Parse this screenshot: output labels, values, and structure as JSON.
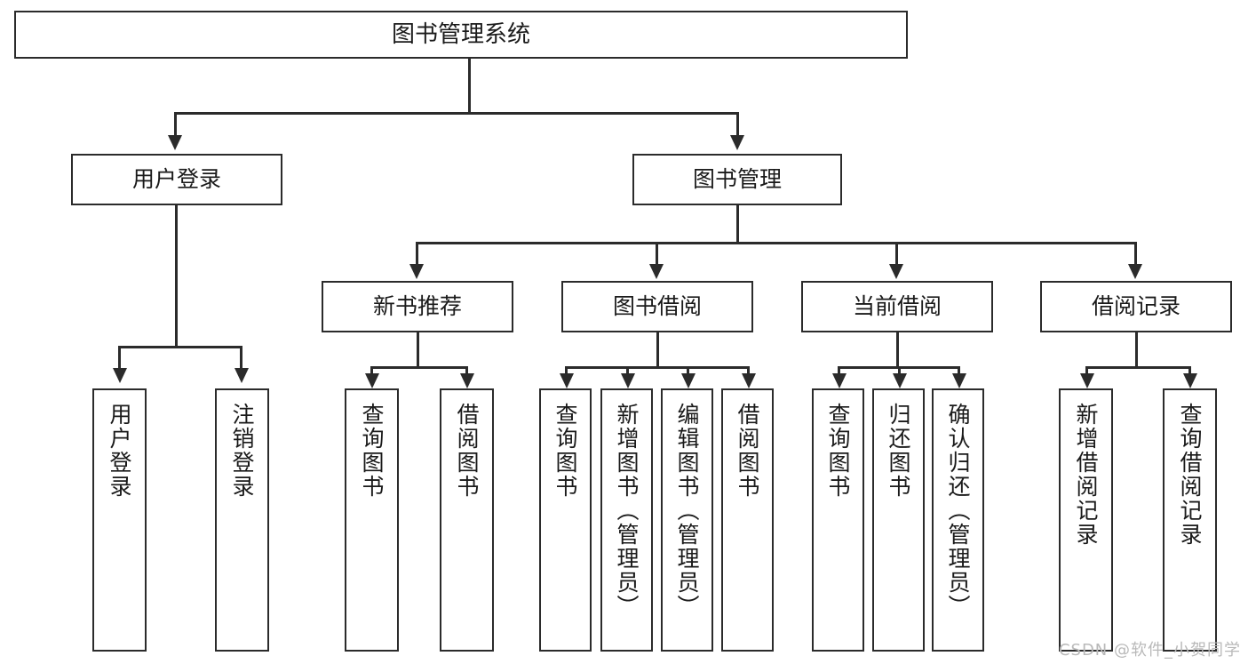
{
  "diagram": {
    "title": "图书管理系统",
    "type": "hierarchy-tree",
    "watermark": "CSDN @软件_小贺同学",
    "colors": {
      "stroke": "#2b2b2b",
      "fill": "#ffffff",
      "text": "#1a1a1a",
      "watermark": "#b9b9b9"
    },
    "nodes": {
      "root": "图书管理系统",
      "level2": [
        "用户登录",
        "图书管理"
      ],
      "level3": [
        "新书推荐",
        "图书借阅",
        "当前借阅",
        "借阅记录"
      ],
      "leaves": {
        "user_login": [
          "用户登录",
          "注销登录"
        ],
        "new_book_recommend": [
          "查询图书",
          "借阅图书"
        ],
        "book_borrow": [
          "查询图书",
          "新增图书（管理员）",
          "编辑图书（管理员）",
          "借阅图书"
        ],
        "current_borrow": [
          "查询图书",
          "归还图书",
          "确认归还（管理员）"
        ],
        "borrow_record": [
          "新增借阅记录",
          "查询借阅记录"
        ]
      }
    }
  }
}
